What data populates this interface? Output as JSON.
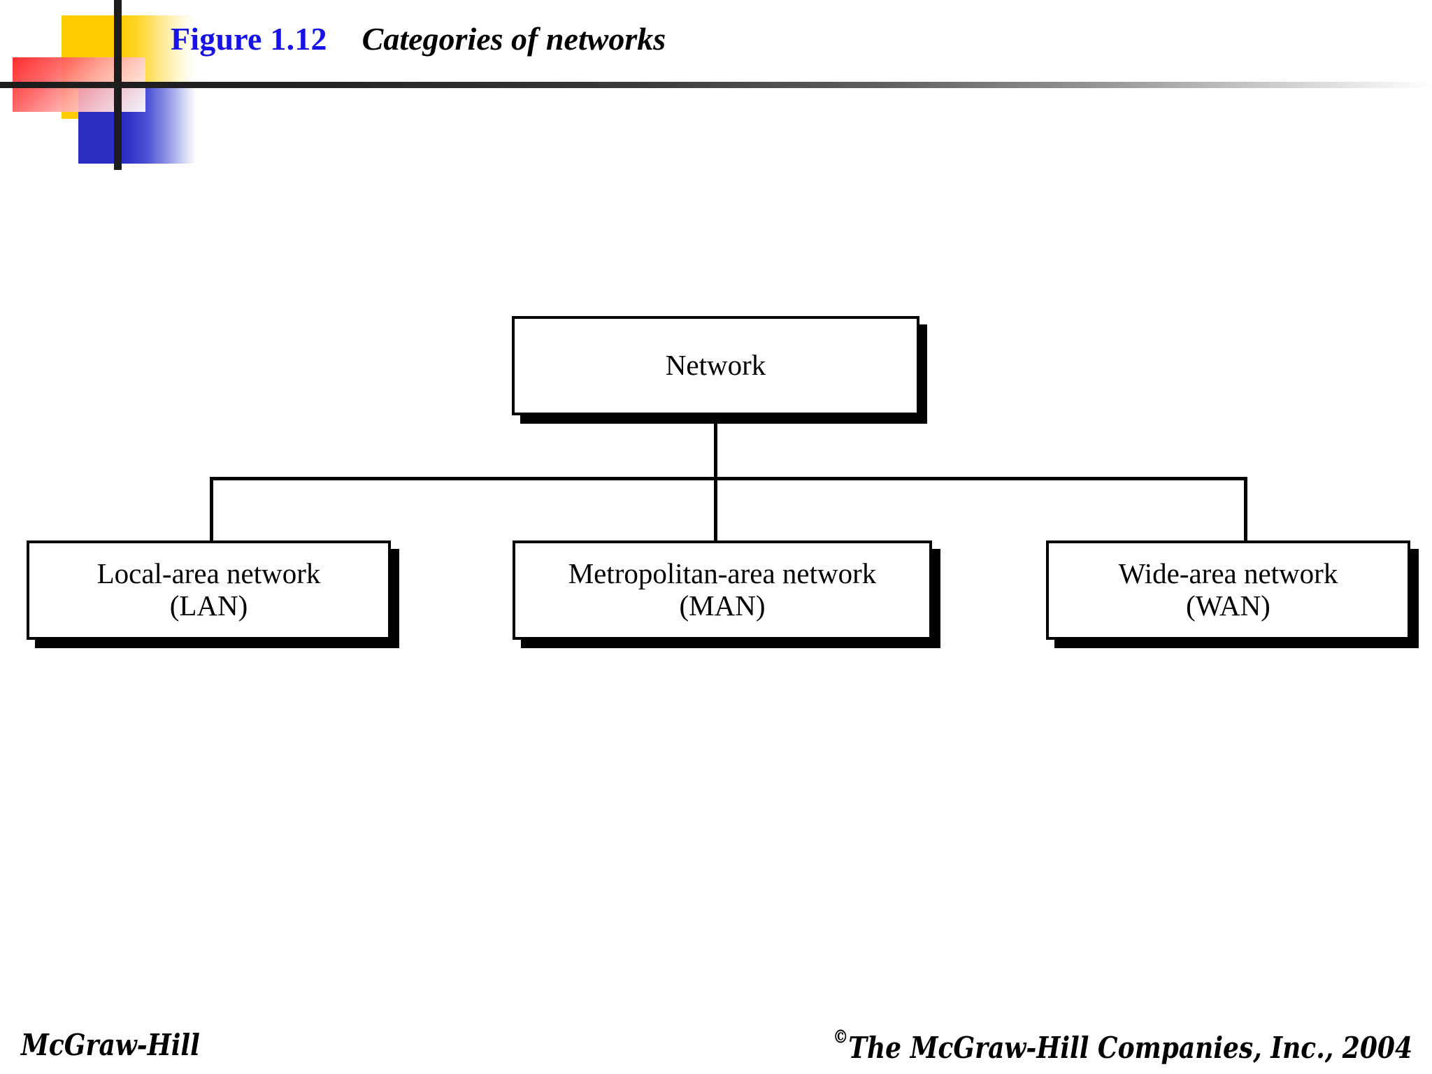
{
  "header": {
    "figure_number": "Figure 1.12",
    "caption": "Categories of networks",
    "figure_number_color": "#1713E8",
    "caption_color": "#000000",
    "decoration": {
      "yellow_square": "#FFCC00",
      "blue_square": "#2B2FC4",
      "red_square": "#FF2020",
      "bar_color": "#1C1C1C"
    }
  },
  "diagram": {
    "type": "hierarchy-tree",
    "root": {
      "id": "network",
      "label": "Network"
    },
    "children": [
      {
        "id": "lan",
        "label_line1": "Local-area network",
        "label_line2": "(LAN)",
        "abbreviation": "LAN"
      },
      {
        "id": "man",
        "label_line1": "Metropolitan-area network",
        "label_line2": "(MAN)",
        "abbreviation": "MAN"
      },
      {
        "id": "wan",
        "label_line1": "Wide-area network",
        "label_line2": "(WAN)",
        "abbreviation": "WAN"
      }
    ],
    "box_fill": "#FFFFFF",
    "box_border": "#000000",
    "shadow_color": "#000000"
  },
  "footer": {
    "left": "McGraw-Hill",
    "right_symbol": "©",
    "right": "The McGraw-Hill Companies, Inc., 2004"
  }
}
